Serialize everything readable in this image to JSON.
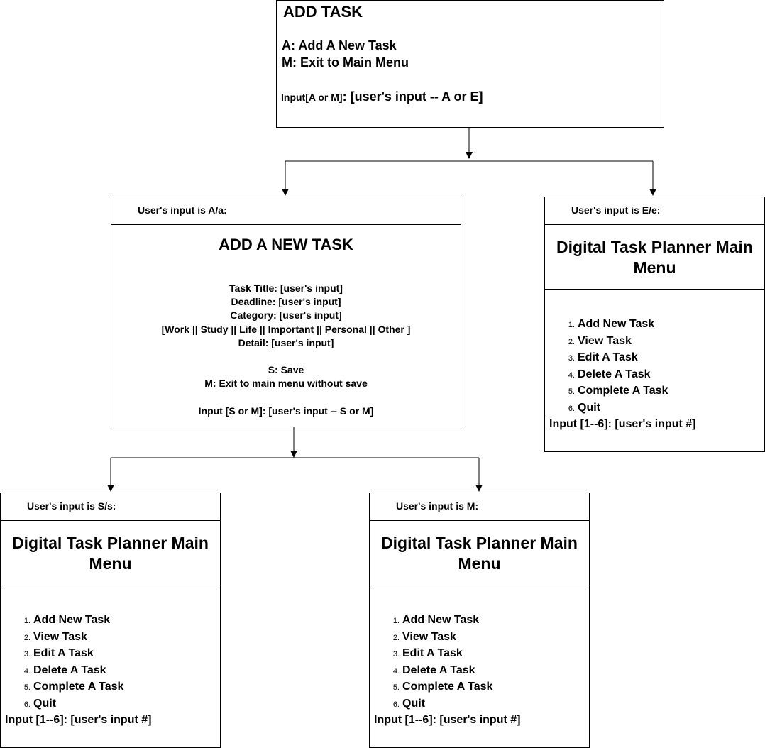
{
  "add_task_box": {
    "title": "ADD TASK",
    "option_a": "A: Add A New Task",
    "option_m": "M: Exit to Main Menu",
    "prompt_small": "Input[A or M]",
    "prompt_large": ": [user's input -- A or E]"
  },
  "branch_a": {
    "header": "User's input is A/a:",
    "title": "ADD A NEW TASK",
    "fields": [
      "Task Title: [user's input]",
      "Deadline: [user's input]",
      "Category: [user's input]",
      "[Work || Study || Life || Important || Personal || Other ]",
      "Detail: [user's input]"
    ],
    "save_option": "S: Save",
    "exit_option": "M: Exit to main menu without save",
    "prompt": "Input [S or M]: [user's input -- S or M]"
  },
  "branch_e": {
    "header": "User's input is E/e:",
    "menu_title": "Digital Task Planner Main Menu",
    "menu_items": [
      {
        "num": "1.",
        "label": "Add New Task"
      },
      {
        "num": "2.",
        "label": "View Task"
      },
      {
        "num": "3.",
        "label": "Edit A Task"
      },
      {
        "num": "4.",
        "label": "Delete A Task"
      },
      {
        "num": "5.",
        "label": "Complete A Task"
      },
      {
        "num": "6.",
        "label": "Quit"
      }
    ],
    "prompt": "Input [1--6]: [user's input #]"
  },
  "branch_s": {
    "header": "User's input is S/s:",
    "menu_title": "Digital Task Planner Main Menu",
    "menu_items": [
      {
        "num": "1.",
        "label": "Add New Task"
      },
      {
        "num": "2.",
        "label": "View Task"
      },
      {
        "num": "3.",
        "label": "Edit A Task"
      },
      {
        "num": "4.",
        "label": "Delete A Task"
      },
      {
        "num": "5.",
        "label": "Complete A Task"
      },
      {
        "num": "6.",
        "label": "Quit"
      }
    ],
    "prompt": "Input [1--6]: [user's input #]"
  },
  "branch_m": {
    "header": "User's input is M:",
    "menu_title": "Digital Task Planner Main Menu",
    "menu_items": [
      {
        "num": "1.",
        "label": "Add New Task"
      },
      {
        "num": "2.",
        "label": "View Task"
      },
      {
        "num": "3.",
        "label": "Edit A Task"
      },
      {
        "num": "4.",
        "label": "Delete A Task"
      },
      {
        "num": "5.",
        "label": "Complete A Task"
      },
      {
        "num": "6.",
        "label": "Quit"
      }
    ],
    "prompt": "Input [1--6]: [user's input #]"
  },
  "colors": {
    "stroke": "#000000",
    "background": "#ffffff"
  }
}
